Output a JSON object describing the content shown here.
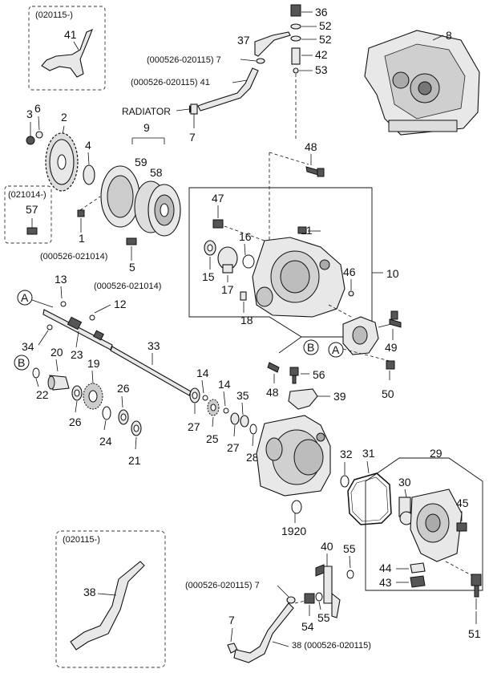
{
  "labels": {
    "variant_020115_top": "(020115-)",
    "variant_021014": "(021014-)",
    "variant_020115_bottom": "(020115-)",
    "note_7_top": "(000526-020115) 7",
    "note_41": "(000526-020115) 41",
    "note_1": "(000526-021014)",
    "note_5": "(000526-021014)",
    "note_7_bottom": "(000526-020115) 7",
    "note_38": "38 (000526-020115)",
    "radiator": "RADIATOR"
  },
  "callouts": {
    "n1": "1",
    "n2": "2",
    "n3": "3",
    "n4": "4",
    "n5": "5",
    "n6": "6",
    "n7a": "7",
    "n7b": "7",
    "n8": "8",
    "n9": "9",
    "n10": "10",
    "n11": "11",
    "n12": "12",
    "n13": "13",
    "n14a": "14",
    "n14b": "14",
    "n15": "15",
    "n16": "16",
    "n17": "17",
    "n18": "18",
    "n19": "19",
    "n20": "20",
    "n21": "21",
    "n22": "22",
    "n23": "23",
    "n24": "24",
    "n25": "25",
    "n26a": "26",
    "n26b": "26",
    "n27a": "27",
    "n27b": "27",
    "n28": "28",
    "n29": "29",
    "n30": "30",
    "n31": "31",
    "n32": "32",
    "n33": "33",
    "n34": "34",
    "n35": "35",
    "n36": "36",
    "n37": "37",
    "n38": "38",
    "n39": "39",
    "n40": "40",
    "n41a": "41",
    "n42": "42",
    "n43": "43",
    "n44": "44",
    "n45": "45",
    "n46": "46",
    "n47": "47",
    "n48a": "48",
    "n48b": "48",
    "n49": "49",
    "n50": "50",
    "n51": "51",
    "n52a": "52",
    "n52b": "52",
    "n53": "53",
    "n54": "54",
    "n55a": "55",
    "n55b": "55",
    "n56": "56",
    "n57": "57",
    "n58": "58",
    "n59": "59",
    "n1920": "1920"
  },
  "markers": {
    "A": "A",
    "B": "B"
  }
}
